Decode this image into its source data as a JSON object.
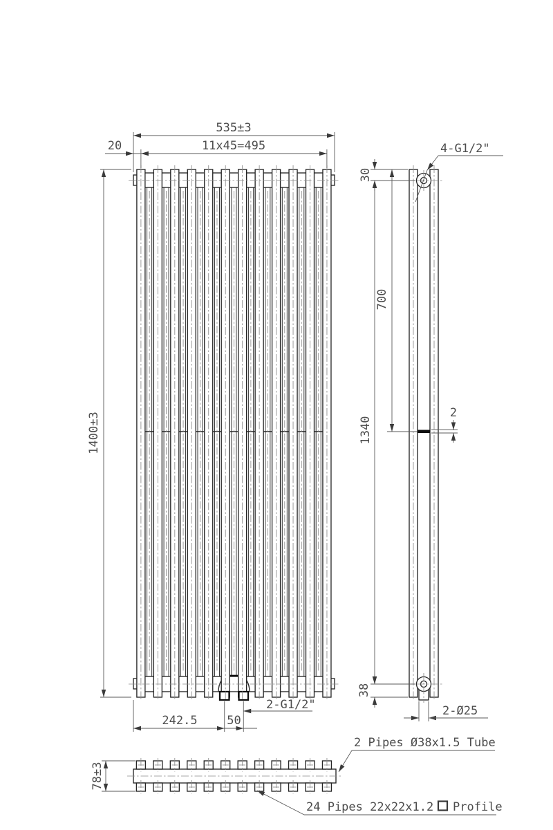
{
  "drawing": {
    "front_view": {
      "dim_total_width": "535±3",
      "dim_edge_margin": "20",
      "dim_tube_pitch": "11x45=495",
      "dim_total_height": "1400±3",
      "dim_port_offset": "242.5",
      "dim_port_spacing": "50",
      "label_bottom_ports": "2-G1/2\""
    },
    "side_view": {
      "dim_top_port_offset": "30",
      "dim_bracket_upper": "700",
      "dim_port_span": "1340",
      "dim_bracket_thickness": "2",
      "dim_bottom_port_offset": "38",
      "label_top_ports": "4-G1/2\"",
      "label_bottom_bosses": "2-Ø25"
    },
    "section_view": {
      "dim_depth": "78±3",
      "label_collector_tubes": "2 Pipes Ø38x1.5 Tube",
      "label_profile_pipes": "24 Pipes 22x22x1.2",
      "label_profile_suffix": "Profile"
    },
    "geometry": {
      "front_tubes": 12,
      "rear_tubes_visible": 11,
      "section_pipes_per_row": 12
    }
  }
}
